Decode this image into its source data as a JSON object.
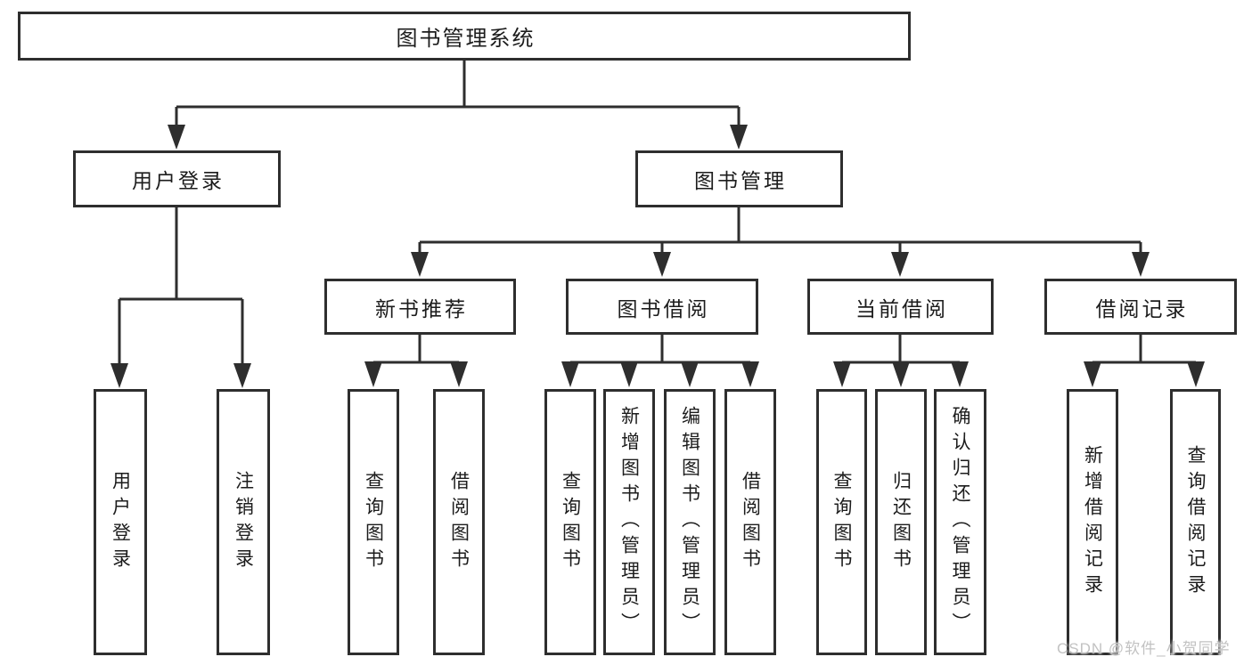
{
  "diagram": {
    "type": "tree",
    "colors": {
      "line": "#2e2e2e",
      "box_fill": "#ffffff",
      "text": "#1c1c1c",
      "watermark": "#c2c2c2"
    },
    "nodes": {
      "root": "图书管理系统",
      "user_login": "用户登录",
      "book_mgmt": "图书管理",
      "new_books": "新书推荐",
      "book_borrow": "图书借阅",
      "current_borrow": "当前借阅",
      "borrow_records": "借阅记录",
      "login": "用户登录",
      "logout": "注销登录",
      "nb_query": "查询图书",
      "nb_borrow": "借阅图书",
      "bb_query": "查询图书",
      "bb_add": "新增图书（管理员）",
      "bb_edit": "编辑图书（管理员）",
      "bb_borrow": "借阅图书",
      "cb_query": "查询图书",
      "cb_return": "归还图书",
      "cb_confirm": "确认归还（管理员）",
      "br_add": "新增借阅记录",
      "br_query": "查询借阅记录"
    },
    "hierarchy": {
      "图书管理系统": {
        "用户登录": [
          "用户登录",
          "注销登录"
        ],
        "图书管理": {
          "新书推荐": [
            "查询图书",
            "借阅图书"
          ],
          "图书借阅": [
            "查询图书",
            "新增图书（管理员）",
            "编辑图书（管理员）",
            "借阅图书"
          ],
          "当前借阅": [
            "查询图书",
            "归还图书",
            "确认归还（管理员）"
          ],
          "借阅记录": [
            "新增借阅记录",
            "查询借阅记录"
          ]
        }
      }
    }
  },
  "watermark": "CSDN @软件_小贺同学"
}
